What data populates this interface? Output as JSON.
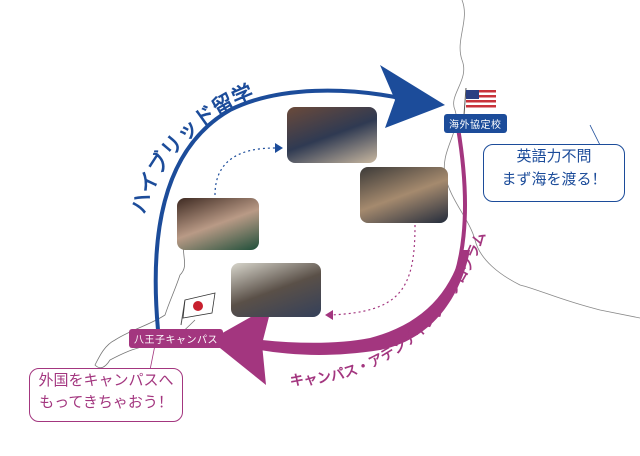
{
  "colors": {
    "hybrid": "#1c4c9a",
    "attending": "#a3367f"
  },
  "arrows": {
    "hybrid_label": "ハイブリッド留学",
    "attending_label": "キャンパス・アテンディング・プログラム"
  },
  "locations": {
    "overseas": {
      "label": "海外協定校",
      "flag": "usa-flag"
    },
    "home": {
      "label": "八王子キャンパス",
      "flag": "japan-flag"
    }
  },
  "bubbles": {
    "overseas": {
      "line1": "英語力不問",
      "line2": "まず海を渡る！"
    },
    "home": {
      "line1": "外国をキャンパスへ",
      "line2": "もってきちゃおう！"
    }
  }
}
